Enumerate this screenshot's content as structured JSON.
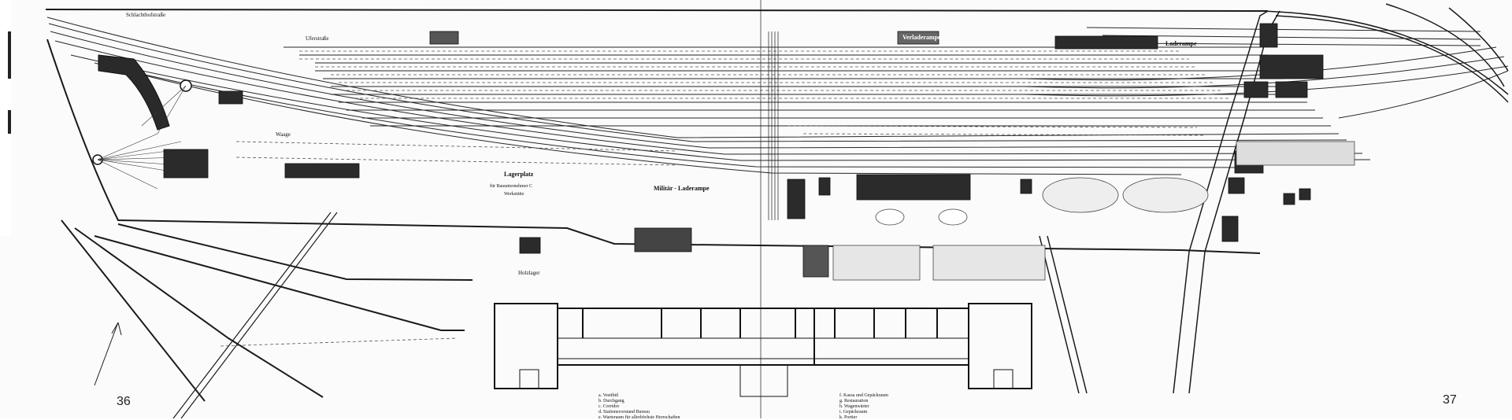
{
  "page_numbers": {
    "left": "36",
    "right": "37"
  },
  "plan_labels": {
    "top_left_street": "Schlachthofstraße",
    "middle_street": "Uferstraße",
    "freight_building": "Verladerampe",
    "loading_ramp_right": "Laderampe",
    "weighbridge": "Waage",
    "storage_area": "Lagerplatz",
    "storage_area_owner": "für Bauunternehmer C",
    "workshop": "Werkstätte",
    "military_ramp": "Militär - Laderampe",
    "bottom_street": "Holzlager",
    "legend_a": "a. Vestibül",
    "legend_b": "b. Durchgang",
    "legend_c": "c. Corridor",
    "legend_d": "d. Stationsvorstand Bureau",
    "legend_e": "e. Warteraum für allerhöchste Herrschaften",
    "legend_f": "f. Kassa und Gepäckraum",
    "legend_g": "g. Restauration",
    "legend_h": "h. Wagenwärter",
    "legend_i": "i. Gepäckraum",
    "legend_k": "k. Portier"
  },
  "colors": {
    "ink": "#1a1a1a",
    "paper": "#fbfbfb",
    "hatch": "#3a3a3a"
  }
}
